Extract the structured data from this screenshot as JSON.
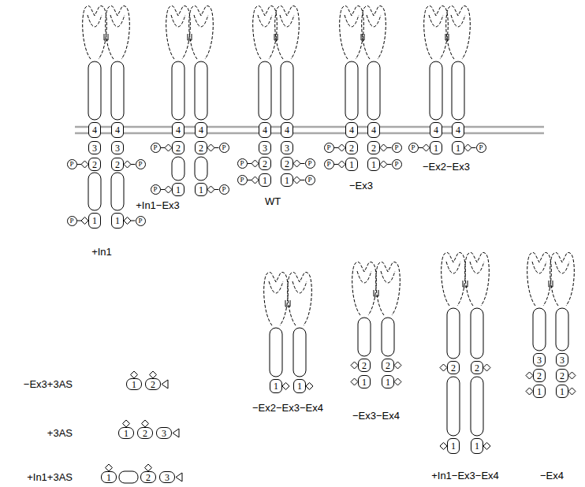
{
  "diagram": {
    "nodes": [
      {
        "text": [
          "4"
        ]
      },
      {
        "text": [
          "4"
        ]
      },
      {
        "text": [
          "3"
        ]
      },
      {
        "text": [
          "3"
        ]
      },
      {
        "text": [
          "P"
        ]
      },
      {
        "text": [
          "2"
        ]
      },
      {
        "text": [
          "2"
        ]
      },
      {
        "text": [
          "P"
        ]
      },
      {
        "text": [
          "P"
        ]
      },
      {
        "text": [
          "1"
        ]
      },
      {
        "text": [
          "1"
        ]
      },
      {
        "text": [
          "P"
        ]
      },
      {
        "text": [
          "4"
        ]
      },
      {
        "text": [
          "4"
        ]
      },
      {
        "text": [
          "P"
        ]
      },
      {
        "text": [
          "2"
        ]
      },
      {
        "text": [
          "2"
        ]
      },
      {
        "text": [
          "P"
        ]
      },
      {
        "text": [
          "P"
        ]
      },
      {
        "text": [
          "1"
        ]
      },
      {
        "text": [
          "1"
        ]
      },
      {
        "text": [
          "P"
        ]
      },
      {
        "text": [
          "4"
        ]
      },
      {
        "text": [
          "4"
        ]
      },
      {
        "text": [
          "3"
        ]
      },
      {
        "text": [
          "3"
        ]
      },
      {
        "text": [
          "P"
        ]
      },
      {
        "text": [
          "2"
        ]
      },
      {
        "text": [
          "2"
        ]
      },
      {
        "text": [
          "P"
        ]
      },
      {
        "text": [
          "P"
        ]
      },
      {
        "text": [
          "1"
        ]
      },
      {
        "text": [
          "1"
        ]
      },
      {
        "text": [
          "P"
        ]
      },
      {
        "text": [
          "4"
        ]
      },
      {
        "text": [
          "4"
        ]
      },
      {
        "text": [
          "P"
        ]
      },
      {
        "text": [
          "2"
        ]
      },
      {
        "text": [
          "2"
        ]
      },
      {
        "text": [
          "P"
        ]
      },
      {
        "text": [
          "P"
        ]
      },
      {
        "text": [
          "1"
        ]
      },
      {
        "text": [
          "1"
        ]
      },
      {
        "text": [
          "P"
        ]
      },
      {
        "text": [
          "4"
        ]
      },
      {
        "text": [
          "4"
        ]
      },
      {
        "text": [
          "P"
        ]
      },
      {
        "text": [
          "1"
        ]
      },
      {
        "text": [
          "1"
        ]
      },
      {
        "text": [
          "P"
        ]
      },
      {
        "text": [
          "1"
        ]
      },
      {
        "text": [
          "2"
        ]
      },
      {
        "text": [
          "1"
        ]
      },
      {
        "text": [
          "2"
        ]
      },
      {
        "text": [
          "3"
        ]
      },
      {
        "text": [
          "1"
        ]
      },
      {
        "text": [
          "2"
        ]
      },
      {
        "text": [
          "3"
        ]
      },
      {
        "text": [
          "1"
        ]
      },
      {
        "text": [
          "1"
        ]
      },
      {
        "text": [
          "2"
        ]
      },
      {
        "text": [
          "2"
        ]
      },
      {
        "text": [
          "1"
        ]
      },
      {
        "text": [
          "1"
        ]
      },
      {
        "text": [
          "2"
        ]
      },
      {
        "text": [
          "2"
        ]
      },
      {
        "text": [
          "1"
        ]
      },
      {
        "text": [
          "1"
        ]
      },
      {
        "text": [
          "3"
        ]
      },
      {
        "text": [
          "3"
        ]
      },
      {
        "text": [
          "2"
        ]
      },
      {
        "text": [
          "2"
        ]
      },
      {
        "text": [
          "1"
        ]
      },
      {
        "text": [
          "1"
        ]
      }
    ],
    "edges": [
      {
        "from": 5,
        "to": 4,
        "arrow": "none"
      },
      {
        "from": 6,
        "to": 7,
        "arrow": "none"
      },
      {
        "from": 9,
        "to": 8,
        "arrow": "none"
      },
      {
        "from": 10,
        "to": 11,
        "arrow": "none"
      },
      {
        "from": 15,
        "to": 14,
        "arrow": "none"
      },
      {
        "from": 16,
        "to": 17,
        "arrow": "none"
      },
      {
        "from": 19,
        "to": 18,
        "arrow": "none"
      },
      {
        "from": 20,
        "to": 21,
        "arrow": "none"
      },
      {
        "from": 27,
        "to": 26,
        "arrow": "none"
      },
      {
        "from": 28,
        "to": 29,
        "arrow": "none"
      },
      {
        "from": 31,
        "to": 30,
        "arrow": "none"
      },
      {
        "from": 32,
        "to": 33,
        "arrow": "none"
      },
      {
        "from": 37,
        "to": 36,
        "arrow": "none"
      },
      {
        "from": 38,
        "to": 39,
        "arrow": "none"
      },
      {
        "from": 41,
        "to": 40,
        "arrow": "none"
      },
      {
        "from": 42,
        "to": 43,
        "arrow": "none"
      },
      {
        "from": 47,
        "to": 46,
        "arrow": "none"
      },
      {
        "from": 48,
        "to": 49,
        "arrow": "none"
      }
    ],
    "labels": [
      "+In1",
      "+In1−Ex3",
      "WT",
      "−Ex3",
      "−Ex2−Ex3",
      "−Ex3+3AS",
      "+3AS",
      "+In1+3AS",
      "−Ex2−Ex3−Ex4",
      "−Ex3−Ex4",
      "+In1−Ex3−Ex4",
      "−Ex4"
    ]
  }
}
